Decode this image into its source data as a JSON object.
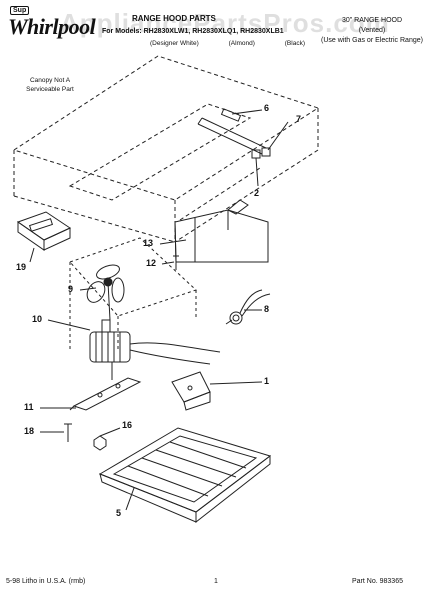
{
  "header": {
    "brand": "Whirlpool",
    "brand_badge": "Sup",
    "watermark": "AppliancePartsPros.com",
    "title": "RANGE HOOD PARTS",
    "models": "For Models: RH2830XLW1, RH2830XLQ1, RH2830XLB1",
    "colors": [
      "(Designer White)",
      "(Almond)",
      "(Black)"
    ],
    "product": "30\" RANGE HOOD",
    "product_sub": "(Vented)",
    "product_note": "(Use with Gas or Electric Range)"
  },
  "canopy_note": "Canopy Not A Serviceable Part",
  "callouts": [
    "6",
    "7",
    "2",
    "13",
    "12",
    "19",
    "9",
    "10",
    "8",
    "1",
    "11",
    "18",
    "16",
    "5"
  ],
  "footer": {
    "left": "5-98 Litho in U.S.A. (rmb)",
    "center": "1",
    "right": "Part No. 983365"
  }
}
